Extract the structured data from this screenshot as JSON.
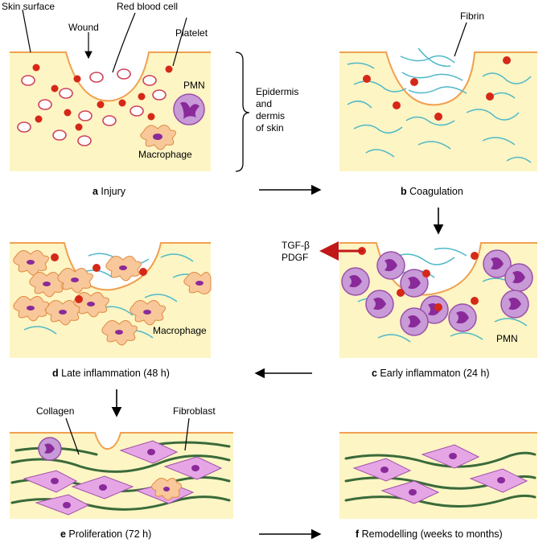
{
  "labels": {
    "skin_surface": "Skin surface",
    "red_blood_cell": "Red blood cell",
    "wound": "Wound",
    "platelet": "Platelet",
    "pmn": "PMN",
    "macrophage": "Macrophage",
    "epidermis_1": "Epidermis",
    "epidermis_2": "and",
    "epidermis_3": "dermis",
    "epidermis_4": "of skin",
    "fibrin": "Fibrin",
    "tgf": "TGF-β",
    "pdgf": "PDGF",
    "macrophage_d": "Macrophage",
    "pmn_c": "PMN",
    "collagen": "Collagen",
    "fibroblast": "Fibroblast"
  },
  "captions": {
    "a": {
      "letter": "a",
      "text": " Injury"
    },
    "b": {
      "letter": "b",
      "text": " Coagulation"
    },
    "c": {
      "letter": "c",
      "text": " Early inflammaton (24 h)"
    },
    "d": {
      "letter": "d",
      "text": " Late inflammation (48 h)"
    },
    "e": {
      "letter": "e",
      "text": " Proliferation (72 h)"
    },
    "f": {
      "letter": "f",
      "text": " Remodelling (weeks to months)"
    }
  },
  "colors": {
    "tissue": "#fdf5c4",
    "surface_line": "#f0a050",
    "fibrin": "#4fb8c8",
    "platelet": "#d62818",
    "rbc_edge": "#d0405a",
    "pmn": "#a050b0",
    "macrophage": "#f8c89a",
    "fibroblast": "#e6a6e6",
    "collagen": "#3a6a3a",
    "arrow": "#000000",
    "tgf_arrow": "#c01818"
  }
}
